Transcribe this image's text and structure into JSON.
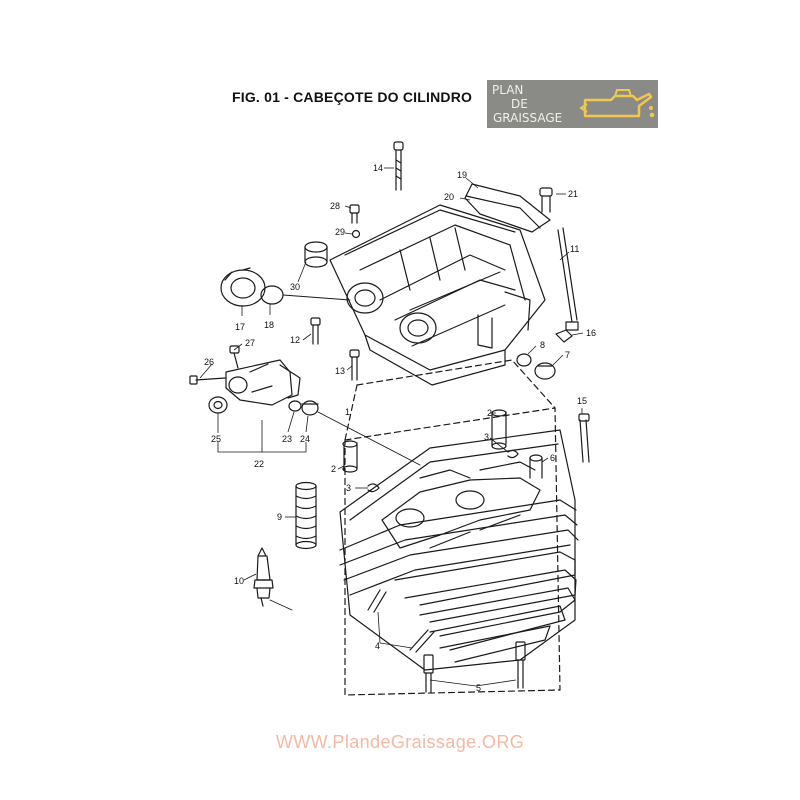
{
  "title": "FIG. 01 -  CABEÇOTE DO CILINDRO",
  "logo": {
    "line1": "PLAN",
    "line2": "DE",
    "line3": "GRAISSAGE",
    "icon": "oil-can-icon",
    "background": "#8a8a86",
    "text_color": "#f3efe6",
    "icon_color": "#f0c74f"
  },
  "callouts": {
    "c1": "1",
    "c2a": "2",
    "c2b": "2",
    "c3a": "3",
    "c3b": "3",
    "c4": "4",
    "c5": "5",
    "c6": "6",
    "c7": "7",
    "c8": "8",
    "c9": "9",
    "c10": "10",
    "c11": "11",
    "c12": "12",
    "c13": "13",
    "c14": "14",
    "c15": "15",
    "c16": "16",
    "c17": "17",
    "c18": "18",
    "c19": "19",
    "c20": "20",
    "c21": "21",
    "c22": "22",
    "c23": "23",
    "c24": "24",
    "c25": "25",
    "c26": "26",
    "c27": "27",
    "c28": "28",
    "c29": "29",
    "c30": "30"
  },
  "watermark": "WWW.PlandeGraissage.ORG",
  "watermark_color": "#f2b9a3"
}
